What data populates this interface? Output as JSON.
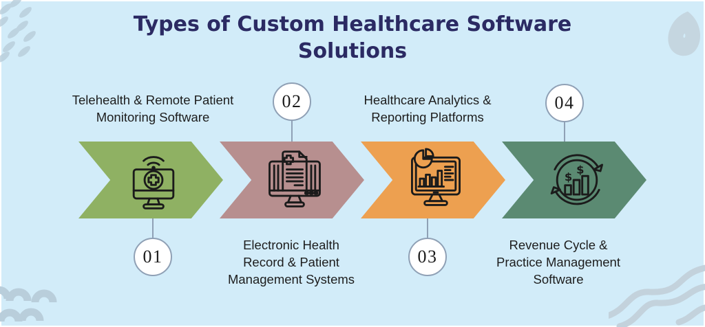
{
  "title": "Types of Custom Healthcare Software Solutions",
  "background_color": "#d2ecf9",
  "title_color": "#2b2a63",
  "connector_color": "#8fa0b5",
  "steps": [
    {
      "number": "01",
      "label": "Telehealth & Remote Patient\nMonitoring Software",
      "arrow_color": "#8fb163",
      "icon": "telehealth-monitor-icon",
      "label_position": "top",
      "number_position": "bottom"
    },
    {
      "number": "02",
      "label": "Electronic Health\nRecord & Patient\nManagement Systems",
      "arrow_color": "#b78f8f",
      "icon": "ehr-document-monitor-icon",
      "label_position": "bottom",
      "number_position": "top"
    },
    {
      "number": "03",
      "label": "Healthcare Analytics &\nReporting Platforms",
      "arrow_color": "#eda050",
      "icon": "analytics-dashboard-monitor-icon",
      "label_position": "top",
      "number_position": "bottom"
    },
    {
      "number": "04",
      "label": "Revenue Cycle &\nPractice Management\nSoftware",
      "arrow_color": "#5b8a72",
      "icon": "revenue-cycle-icon",
      "label_position": "bottom",
      "number_position": "top"
    }
  ]
}
